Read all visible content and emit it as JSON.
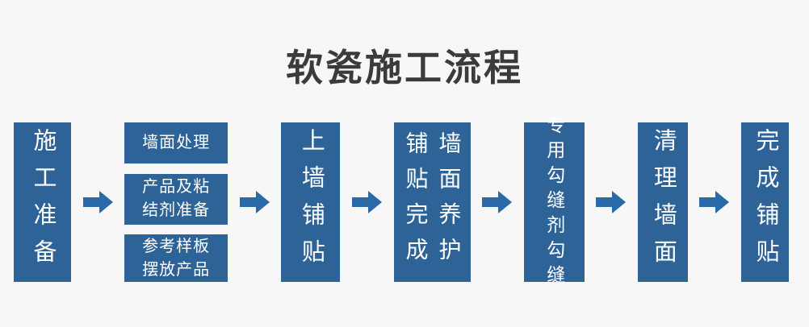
{
  "title": "软瓷施工流程",
  "colors": {
    "box_blue": "#2e6398",
    "arrow_blue": "#2b6aa9",
    "background": "#f7f7f7",
    "title_color": "#3b3b3b",
    "box_text": "#ffffff"
  },
  "flow": {
    "arrow_icon": "right-arrow",
    "stages": [
      {
        "label": "施工准备"
      },
      {
        "items": [
          "墙面处理",
          "产品及粘结剂准备",
          "参考样板摆放产品"
        ]
      },
      {
        "label": "上墙铺贴"
      },
      {
        "columns": [
          "铺贴完成",
          "墙面养护"
        ]
      },
      {
        "label": "专用勾缝剂勾缝"
      },
      {
        "label": "清理墙面"
      },
      {
        "label": "完成铺贴"
      }
    ]
  }
}
